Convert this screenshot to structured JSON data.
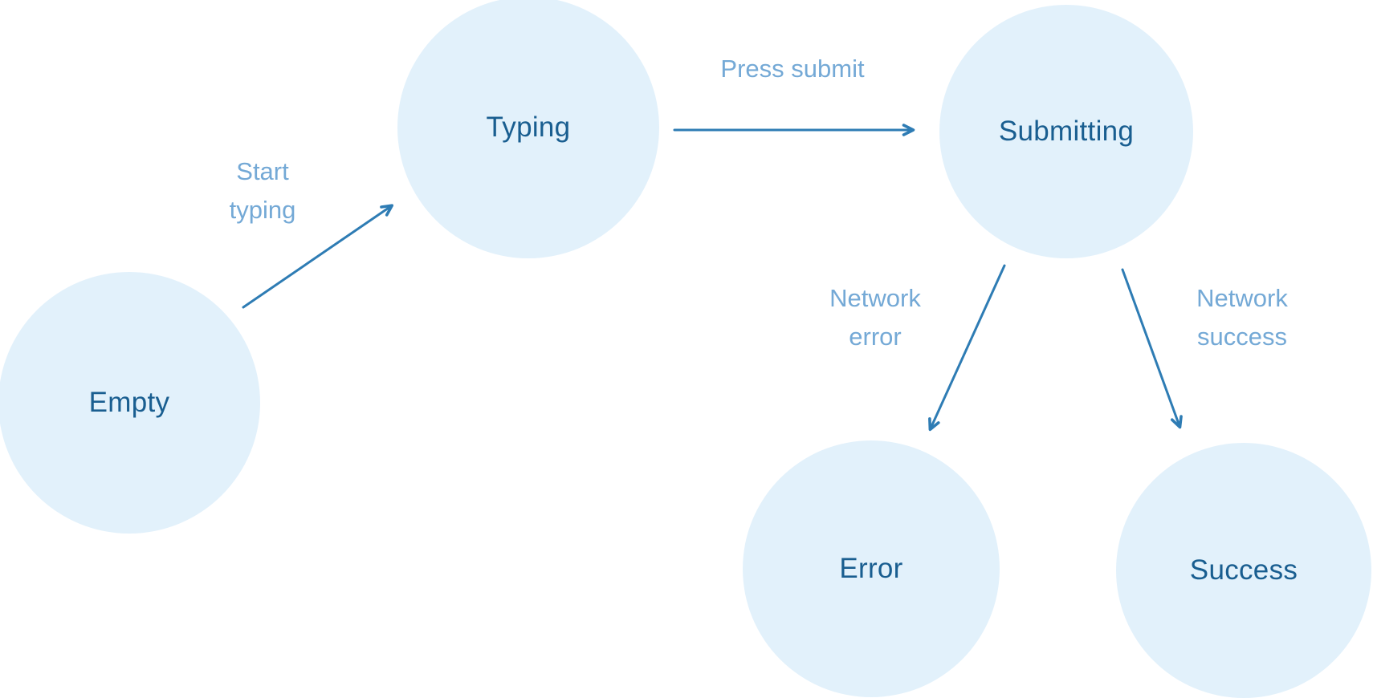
{
  "diagram": {
    "type": "state-machine",
    "states": [
      {
        "id": "empty",
        "label": "Empty"
      },
      {
        "id": "typing",
        "label": "Typing"
      },
      {
        "id": "submitting",
        "label": "Submitting"
      },
      {
        "id": "error",
        "label": "Error"
      },
      {
        "id": "success",
        "label": "Success"
      }
    ],
    "transitions": [
      {
        "from": "empty",
        "to": "typing",
        "label": "Start typing"
      },
      {
        "from": "typing",
        "to": "submitting",
        "label": "Press submit"
      },
      {
        "from": "submitting",
        "to": "error",
        "label": "Network error"
      },
      {
        "from": "submitting",
        "to": "success",
        "label": "Network success"
      }
    ],
    "colors": {
      "node_fill": "#E2F1FB",
      "node_text": "#195E90",
      "edge_label": "#74A9D6",
      "arrow": "#2E7CB4",
      "background": "#FFFFFF"
    }
  }
}
